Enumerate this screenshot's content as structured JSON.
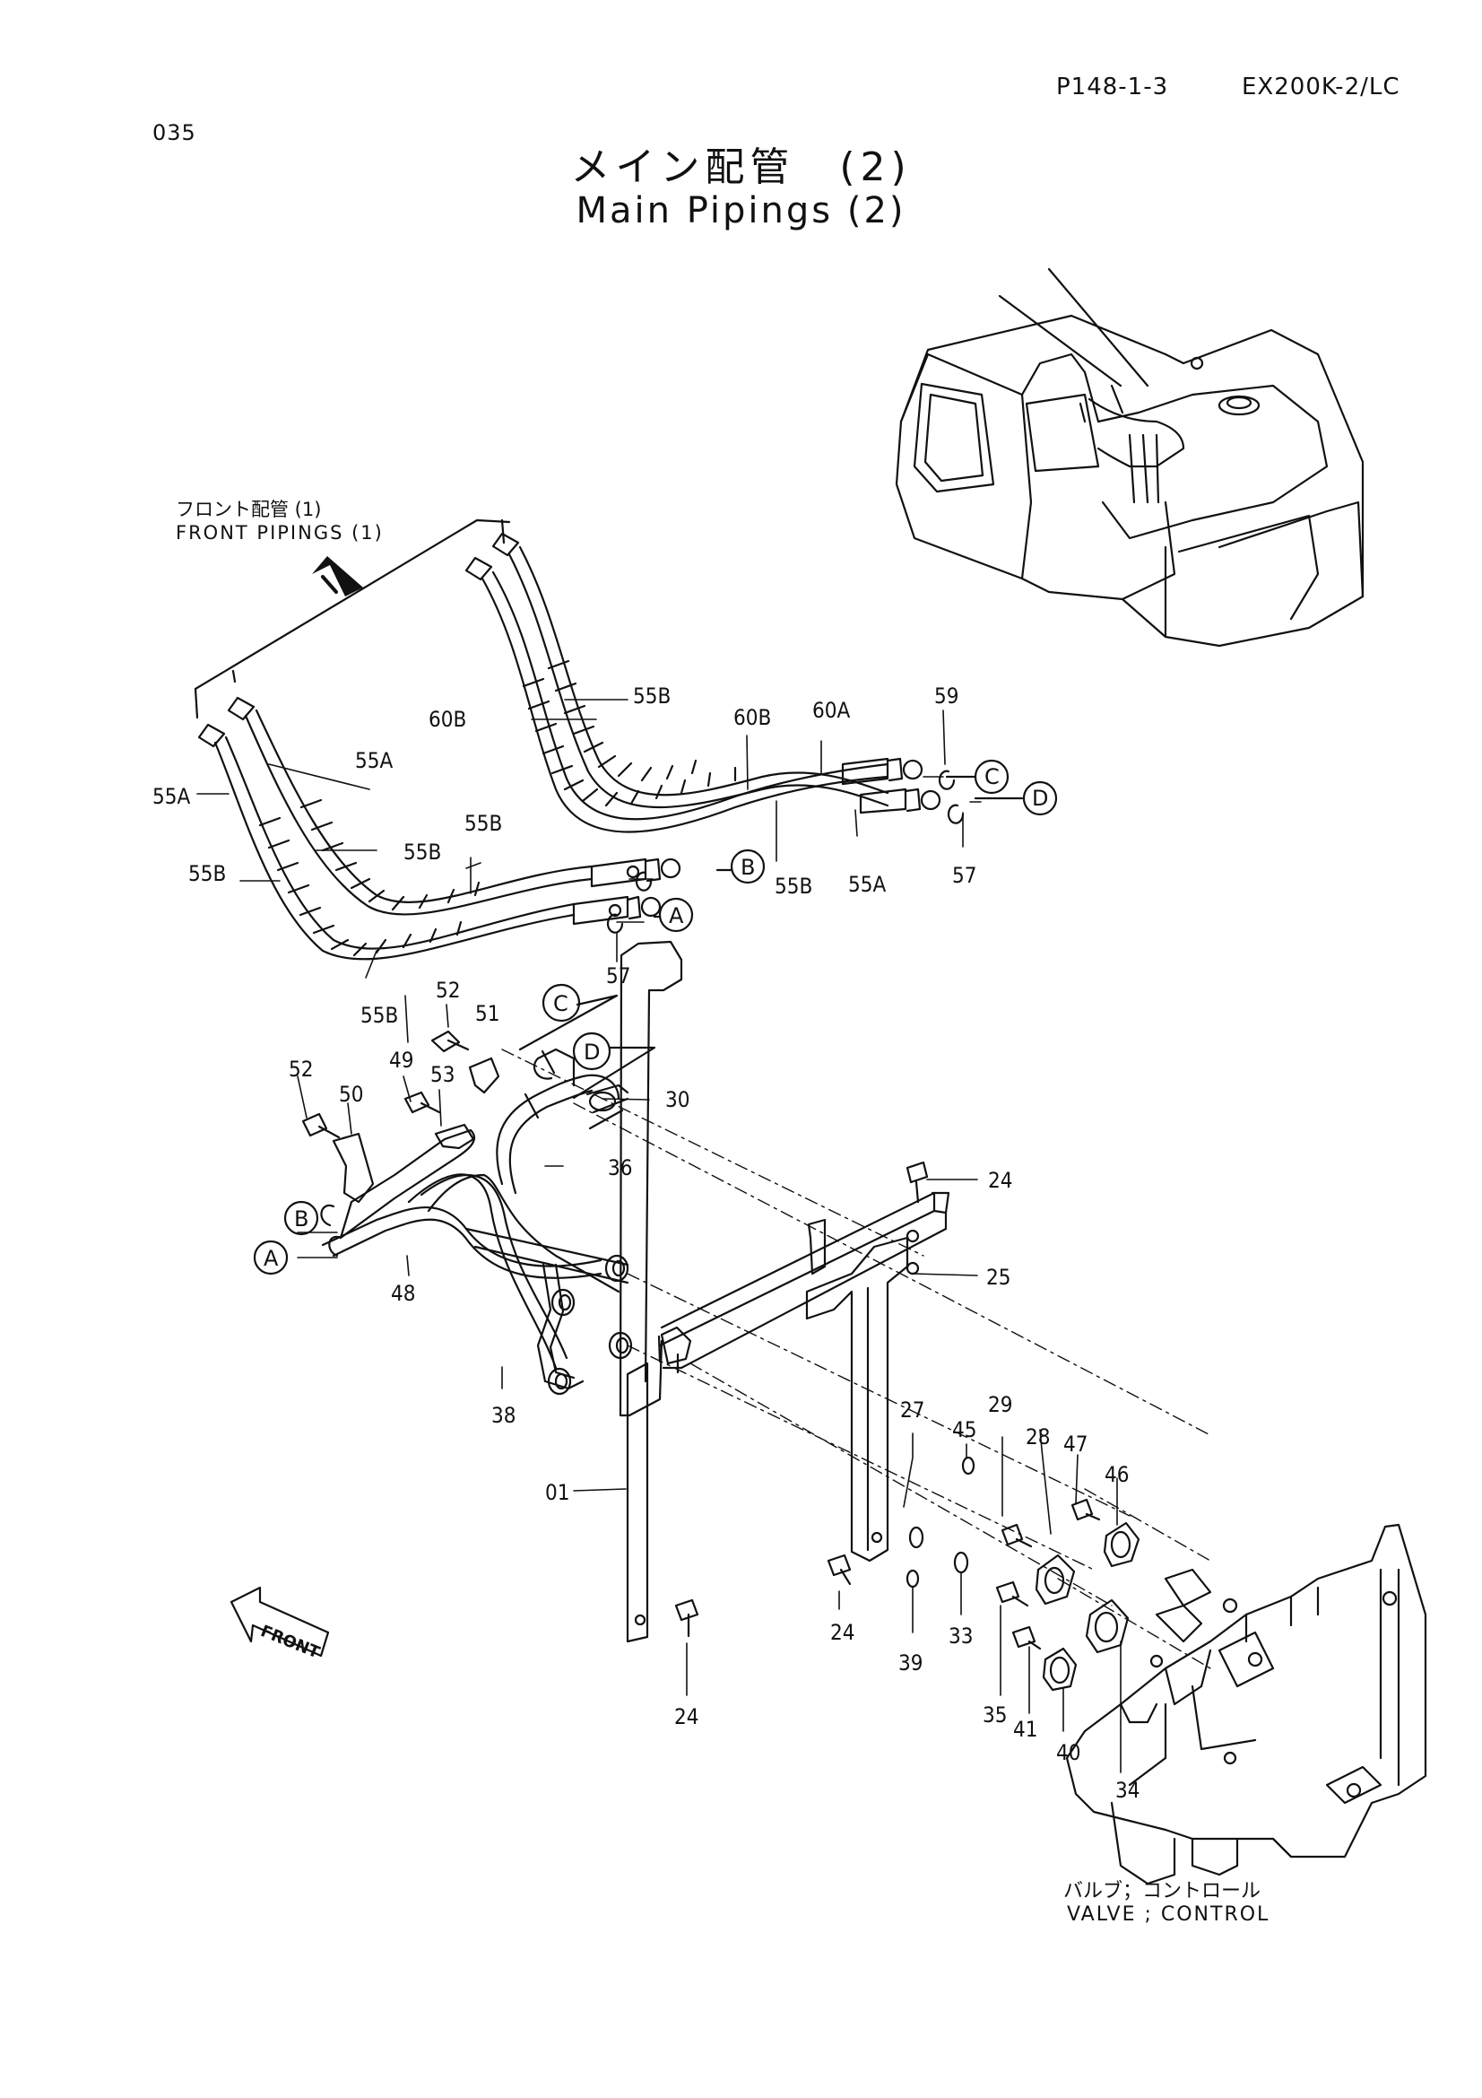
{
  "header": {
    "page_number": "035",
    "reference": "P148-1-3",
    "model": "EX200K-2/LC"
  },
  "title": {
    "japanese": "メイン配管　(2)",
    "english": "Main Pipings (2)"
  },
  "front_pipings_note": {
    "japanese": "フロント配管 (1)",
    "english": "FRONT PIPINGS (1)"
  },
  "valve_note": {
    "japanese": "バルブ；コントロール",
    "english": "VALVE ; CONTROL"
  },
  "front_arrow_label": "FRONT",
  "connection_points": [
    "A",
    "B",
    "C",
    "D"
  ],
  "part_callouts": [
    "01",
    "24",
    "25",
    "27",
    "28",
    "29",
    "30",
    "33",
    "34",
    "35",
    "36",
    "38",
    "39",
    "40",
    "41",
    "45",
    "46",
    "47",
    "48",
    "49",
    "50",
    "51",
    "52",
    "53",
    "55A",
    "55B",
    "57",
    "59",
    "60A",
    "60B"
  ],
  "labels": [
    {
      "id": "55B",
      "text": "55B"
    },
    {
      "id": "60B_a",
      "text": "60B"
    },
    {
      "id": "60B_b",
      "text": "60B"
    },
    {
      "id": "60A",
      "text": "60A"
    },
    {
      "id": "59",
      "text": "59"
    },
    {
      "id": "55A_a",
      "text": "55A"
    },
    {
      "id": "55A_b",
      "text": "55A"
    },
    {
      "id": "55B_b",
      "text": "55B"
    },
    {
      "id": "55B_c",
      "text": "55B"
    },
    {
      "id": "55B_d",
      "text": "55B"
    },
    {
      "id": "55B_e",
      "text": "55B"
    },
    {
      "id": "55A_c",
      "text": "55A"
    },
    {
      "id": "57_a",
      "text": "57"
    },
    {
      "id": "57_b",
      "text": "57"
    },
    {
      "id": "55B_f",
      "text": "55B"
    },
    {
      "id": "52_a",
      "text": "52"
    },
    {
      "id": "51",
      "text": "51"
    },
    {
      "id": "52_b",
      "text": "52"
    },
    {
      "id": "49",
      "text": "49"
    },
    {
      "id": "53",
      "text": "53"
    },
    {
      "id": "50",
      "text": "50"
    },
    {
      "id": "30",
      "text": "30"
    },
    {
      "id": "36",
      "text": "36"
    },
    {
      "id": "24_a",
      "text": "24"
    },
    {
      "id": "25",
      "text": "25"
    },
    {
      "id": "48",
      "text": "48"
    },
    {
      "id": "38",
      "text": "38"
    },
    {
      "id": "45",
      "text": "45"
    },
    {
      "id": "27",
      "text": "27"
    },
    {
      "id": "29",
      "text": "29"
    },
    {
      "id": "28",
      "text": "28"
    },
    {
      "id": "47",
      "text": "47"
    },
    {
      "id": "46",
      "text": "46"
    },
    {
      "id": "01",
      "text": "01"
    },
    {
      "id": "24_b",
      "text": "24"
    },
    {
      "id": "33",
      "text": "33"
    },
    {
      "id": "39",
      "text": "39"
    },
    {
      "id": "35",
      "text": "35"
    },
    {
      "id": "41",
      "text": "41"
    },
    {
      "id": "40",
      "text": "40"
    },
    {
      "id": "34",
      "text": "34"
    },
    {
      "id": "24_c",
      "text": "24"
    }
  ],
  "connectors": [
    {
      "id": "C_a",
      "text": "C"
    },
    {
      "id": "D_a",
      "text": "D"
    },
    {
      "id": "B_a",
      "text": "B"
    },
    {
      "id": "A_a",
      "text": "A"
    },
    {
      "id": "C_b",
      "text": "C"
    },
    {
      "id": "D_b",
      "text": "D"
    },
    {
      "id": "B_b",
      "text": "B"
    },
    {
      "id": "A_b",
      "text": "A"
    }
  ]
}
